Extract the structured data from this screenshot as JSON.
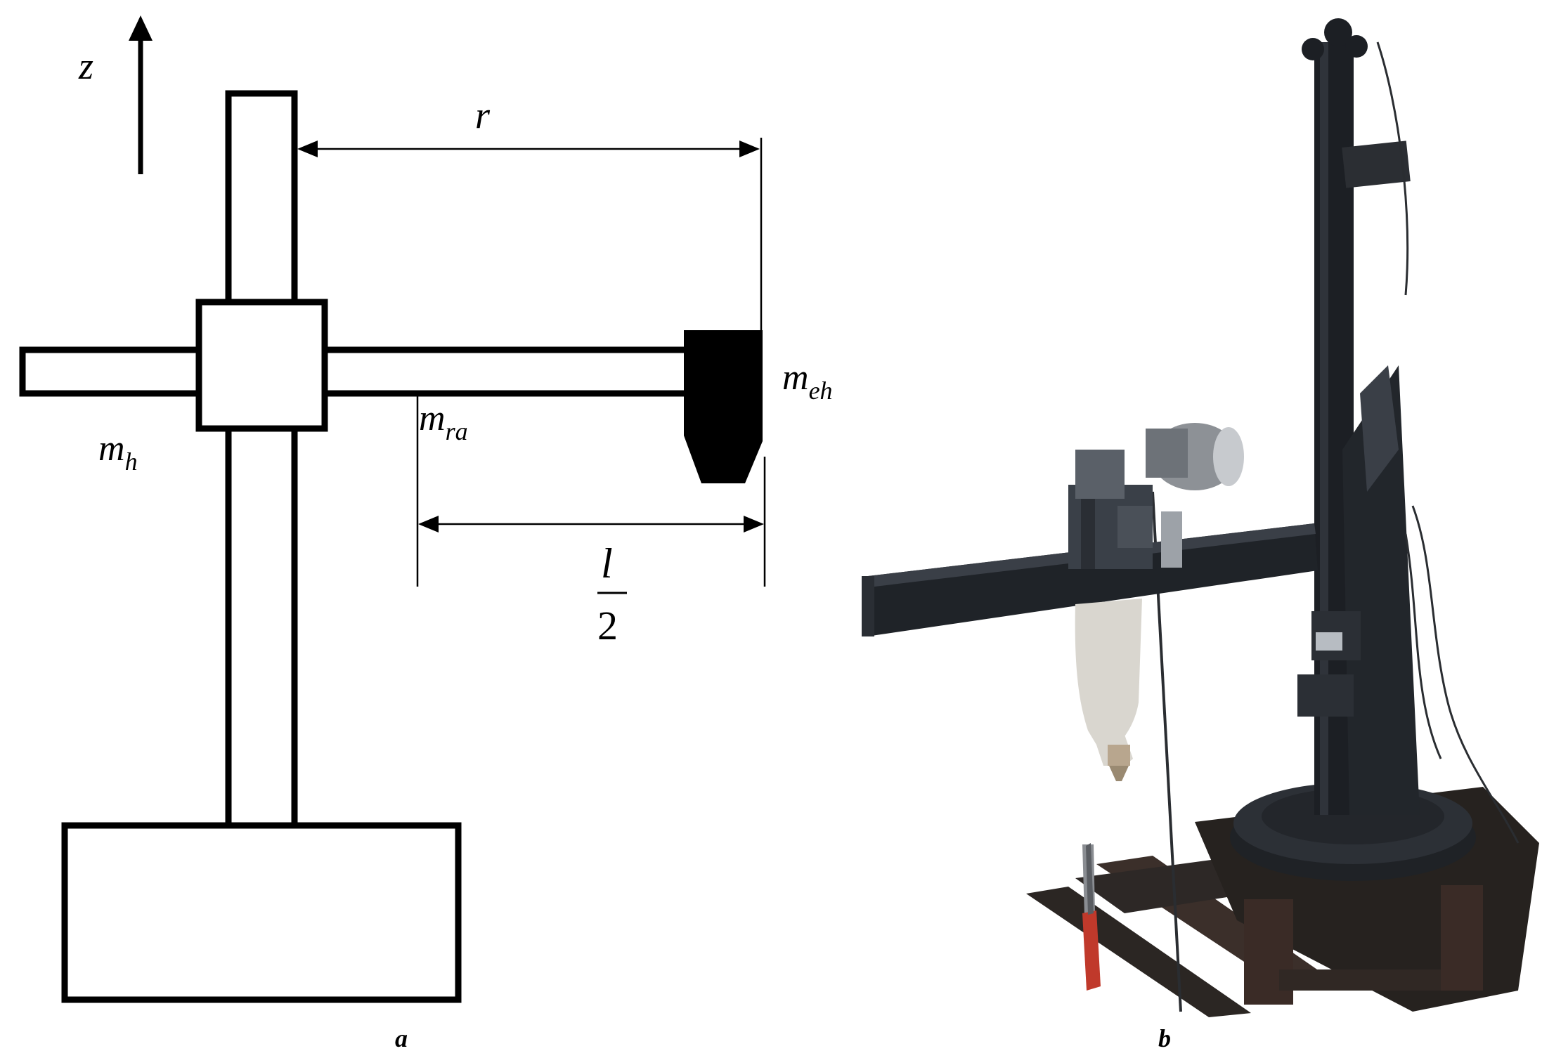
{
  "panel_a": {
    "axis_label": "z",
    "labels": {
      "r": "r",
      "m_h_base": "m",
      "m_h_sub": "h",
      "m_ra_base": "m",
      "m_ra_sub": "ra",
      "m_eh_base": "m",
      "m_eh_sub": "eh",
      "frac_num": "l",
      "frac_den": "2"
    },
    "caption": "a"
  },
  "panel_b": {
    "caption": "b"
  },
  "colors": {
    "ink": "#000000",
    "machine_dark": "#1c1f24",
    "machine_mid": "#3a3f47",
    "torch_body": "#d9d6cf",
    "motor": "#8d9196",
    "accent_red": "#c0392b"
  }
}
